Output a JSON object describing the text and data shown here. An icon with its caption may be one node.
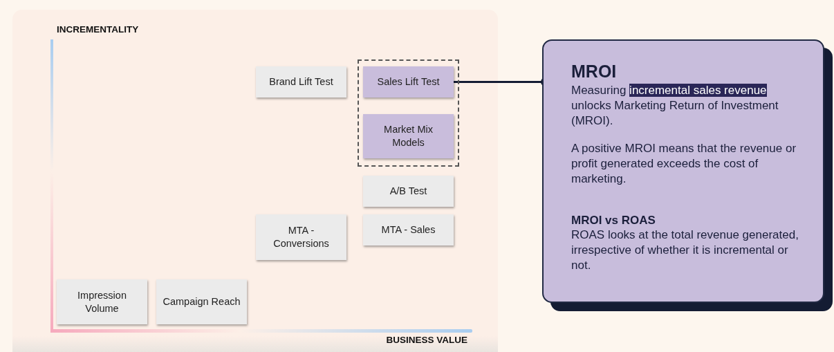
{
  "diagram": {
    "nodes": [
      {
        "text": [],
        "shape": "box"
      },
      {
        "text": [
          "Brand Lift Test"
        ]
      },
      {
        "text": [
          "Sales Lift Test"
        ],
        "in": 0
      },
      {
        "text": [
          "Market Mix Models"
        ],
        "in": 0
      },
      {
        "text": [
          "A/B Test"
        ]
      },
      {
        "text": [
          "MTA - Conversions"
        ]
      },
      {
        "text": [
          "MTA - Sales"
        ]
      },
      {
        "text": [
          "Impression Volume"
        ]
      },
      {
        "text": [
          "Campaign Reach"
        ]
      },
      {
        "text": [
          "MROI",
          "Measuring **incremental sales revenue** unlocks Marketing Return of Investment (MROI).",
          "A positive MROI means that the revenue or profit generated exceeds the cost of marketing.",
          "MROI vs ROAS",
          "ROAS looks at the total revenue generated, irrespective of whether it is incremental or not."
        ]
      }
    ],
    "edges": [
      {
        "from": 2,
        "to": 9,
        "arrow": "other"
      }
    ],
    "labels": [
      "INCREMENTALITY",
      "BUSINESS VALUE"
    ]
  }
}
